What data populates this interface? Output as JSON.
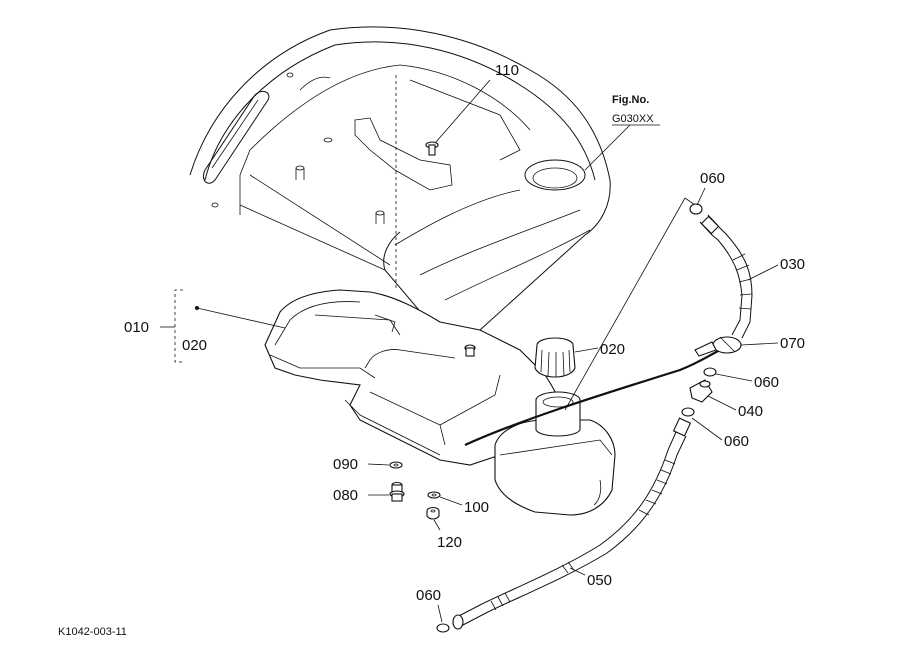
{
  "figure": {
    "fig_no_label": "Fig.No.",
    "fig_no_value": "G030XX",
    "drawing_code": "K1042-003-11"
  },
  "callouts": {
    "c110": "110",
    "c060_top": "060",
    "c030": "030",
    "c010": "010",
    "c020_bracket": "020",
    "c020_cap": "020",
    "c070": "070",
    "c060_mid": "060",
    "c040": "040",
    "c060_low": "060",
    "c090": "090",
    "c080": "080",
    "c100": "100",
    "c120": "120",
    "c050": "050",
    "c060_bottom": "060"
  }
}
